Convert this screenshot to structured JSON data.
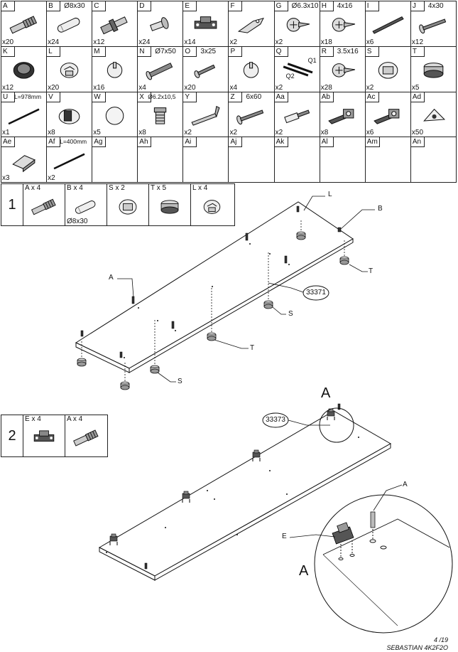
{
  "parts": [
    {
      "id": "A",
      "spec": "",
      "qty": "x20",
      "icon": "dowel-bolt-icon"
    },
    {
      "id": "B",
      "spec": "Ø8x30",
      "qty": "x24",
      "icon": "wood-dowel-icon"
    },
    {
      "id": "C",
      "spec": "",
      "qty": "x12",
      "icon": "cam-bolt-icon"
    },
    {
      "id": "D",
      "spec": "",
      "qty": "x24",
      "icon": "shelf-pin-icon"
    },
    {
      "id": "E",
      "spec": "",
      "qty": "x14",
      "icon": "hinge-plate-icon"
    },
    {
      "id": "F",
      "spec": "",
      "qty": "x2",
      "icon": "angle-bracket-icon"
    },
    {
      "id": "G",
      "spec": "Ø6.3x10",
      "qty": "x2",
      "icon": "screw-head-icon"
    },
    {
      "id": "H",
      "spec": "4x16",
      "qty": "x18",
      "icon": "screw-head-icon"
    },
    {
      "id": "I",
      "spec": "",
      "qty": "x6",
      "icon": "rail-strip-icon"
    },
    {
      "id": "J",
      "spec": "4x30",
      "qty": "x12",
      "icon": "long-screw-icon"
    },
    {
      "id": "K",
      "spec": "",
      "qty": "x12",
      "icon": "cam-lock-icon"
    },
    {
      "id": "L",
      "spec": "",
      "qty": "x20",
      "icon": "cam-lock-small-icon"
    },
    {
      "id": "M",
      "spec": "",
      "qty": "x16",
      "icon": "cap-cover-icon"
    },
    {
      "id": "N",
      "spec": "Ø7x50",
      "qty": "x4",
      "icon": "confirmat-screw-icon"
    },
    {
      "id": "O",
      "spec": "3x25",
      "qty": "x20",
      "icon": "small-screw-icon"
    },
    {
      "id": "P",
      "spec": "",
      "qty": "x4",
      "icon": "cap-cover-icon"
    },
    {
      "id": "Q",
      "spec": "",
      "qty": "x2",
      "icon": "rod-pair-icon",
      "q1": "Q1",
      "q2": "Q2"
    },
    {
      "id": "R",
      "spec": "3.5x16",
      "qty": "x28",
      "icon": "screw-head-icon"
    },
    {
      "id": "S",
      "spec": "",
      "qty": "x2",
      "icon": "connector-icon"
    },
    {
      "id": "T",
      "spec": "",
      "qty": "x5",
      "icon": "glide-foot-icon"
    },
    {
      "id": "U",
      "spec": "L=978mm",
      "qty": "x1",
      "icon": "rod-icon"
    },
    {
      "id": "V",
      "spec": "",
      "qty": "x8",
      "icon": "corner-connector-icon"
    },
    {
      "id": "W",
      "spec": "",
      "qty": "x5",
      "icon": "round-cap-icon"
    },
    {
      "id": "X",
      "spec": "Ø6.2x10,5",
      "qty": "x8",
      "icon": "expander-icon"
    },
    {
      "id": "Y",
      "spec": "",
      "qty": "x2",
      "icon": "l-bracket-icon"
    },
    {
      "id": "Z",
      "spec": "6x60",
      "qty": "x2",
      "icon": "long-screw-icon"
    },
    {
      "id": "Aa",
      "spec": "",
      "qty": "x2",
      "icon": "wall-plug-icon"
    },
    {
      "id": "Ab",
      "spec": "",
      "qty": "x8",
      "icon": "hinge-icon"
    },
    {
      "id": "Ac",
      "spec": "",
      "qty": "x6",
      "icon": "hinge-icon"
    },
    {
      "id": "Ad",
      "spec": "",
      "qty": "x50",
      "icon": "triangle-cap-icon"
    },
    {
      "id": "Ae",
      "spec": "",
      "qty": "x3",
      "icon": "corner-block-icon"
    },
    {
      "id": "Af",
      "spec": "L=400mm",
      "qty": "x2",
      "icon": "rod-icon"
    },
    {
      "id": "Ag",
      "spec": "",
      "qty": "",
      "icon": ""
    },
    {
      "id": "Ah",
      "spec": "",
      "qty": "",
      "icon": ""
    },
    {
      "id": "Ai",
      "spec": "",
      "qty": "",
      "icon": ""
    },
    {
      "id": "Aj",
      "spec": "",
      "qty": "",
      "icon": ""
    },
    {
      "id": "Ak",
      "spec": "",
      "qty": "",
      "icon": ""
    },
    {
      "id": "Al",
      "spec": "",
      "qty": "",
      "icon": ""
    },
    {
      "id": "Am",
      "spec": "",
      "qty": "",
      "icon": ""
    },
    {
      "id": "An",
      "spec": "",
      "qty": "",
      "icon": ""
    }
  ],
  "step1": {
    "number": "1",
    "items": [
      {
        "top": "A x 4",
        "bottom": "",
        "icon": "dowel-bolt-icon"
      },
      {
        "top": "B x 4",
        "bottom": "Ø8x30",
        "icon": "wood-dowel-icon"
      },
      {
        "top": "S x 2",
        "bottom": "",
        "icon": "connector-icon"
      },
      {
        "top": "T x 5",
        "bottom": "",
        "icon": "glide-foot-icon"
      },
      {
        "top": "L x 4",
        "bottom": "",
        "icon": "cam-lock-small-icon"
      }
    ],
    "panel_code": "33371",
    "callouts": {
      "l": "L",
      "b": "B",
      "a": "A",
      "t1": "T",
      "t2": "T",
      "s1": "S",
      "s2": "S"
    }
  },
  "step2": {
    "number": "2",
    "items": [
      {
        "top": "E x 4",
        "bottom": "",
        "icon": "hinge-plate-icon"
      },
      {
        "top": "A x 4",
        "bottom": "",
        "icon": "dowel-bolt-icon"
      }
    ],
    "panel_code": "33373",
    "detail_label_top": "A",
    "detail_label_bottom": "A",
    "callouts": {
      "a": "A",
      "e": "E"
    }
  },
  "footer": {
    "page": "4 /19",
    "model": "SEBASTIAN 4K2F2O"
  }
}
